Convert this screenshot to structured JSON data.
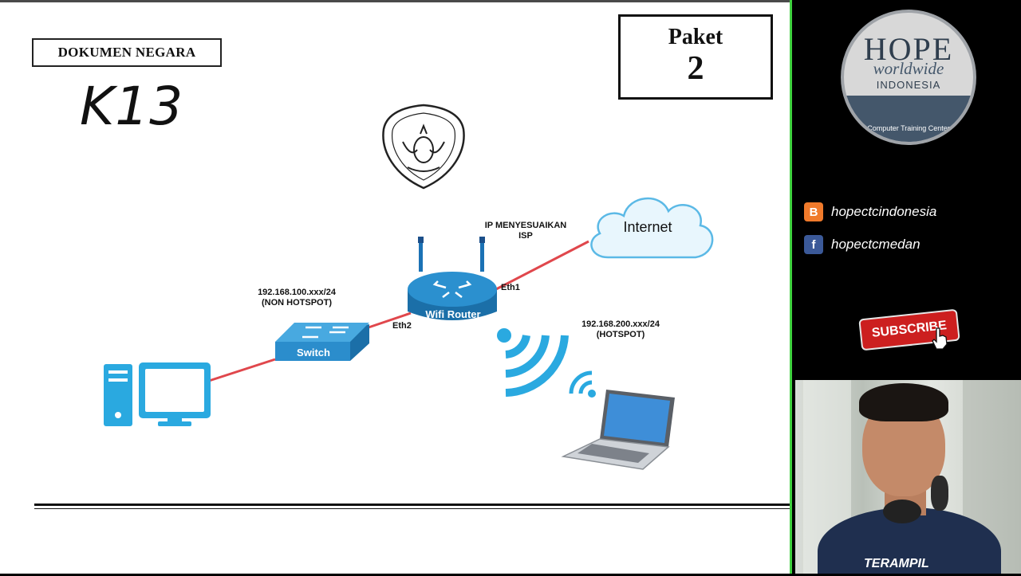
{
  "slide": {
    "header_box": "DOKUMEN NEGARA",
    "curriculum": "K13",
    "paket_label": "Paket",
    "paket_number": "2"
  },
  "diagram": {
    "internet_label": "Internet",
    "isp_label_line1": "IP MENYESUAIKAN",
    "isp_label_line2": "ISP",
    "router_label": "Wifi Router",
    "eth1_label": "Eth1",
    "eth2_label": "Eth2",
    "switch_label": "Switch",
    "lan_ip": "192.168.100.xxx/24",
    "lan_note": "(NON HOTSPOT)",
    "hotspot_ip": "192.168.200.xxx/24",
    "hotspot_note": "(HOTSPOT)"
  },
  "sidebar": {
    "logo_top": "HOPE",
    "logo_mid": "worldwide",
    "logo_country": "INDONESIA",
    "logo_sub": "Computer Training Center",
    "blogger_handle": "hopectcindonesia",
    "facebook_handle": "hopectcmedan",
    "subscribe_label": "SUBSCRIBE",
    "shirt_text": "TERAMPIL"
  },
  "colors": {
    "cable": "#e0474c",
    "device_blue": "#2aa9e0",
    "green_border": "#3fd13f",
    "subscribe_red": "#cc1f1f"
  }
}
